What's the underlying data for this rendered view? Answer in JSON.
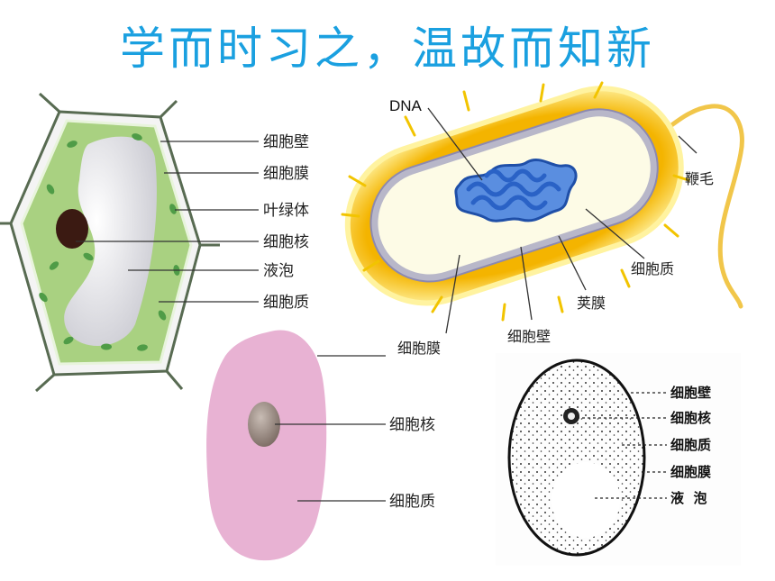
{
  "title": "学而时习之，温故而知新",
  "colors": {
    "title": "#1aa0e0",
    "plant_wall": "#5f7f55",
    "plant_cytoplasm": "#a6cf80",
    "chloroplast": "#4e9a45",
    "vacuole": "#e6e6ea",
    "nucleus_dark": "#3a1a10",
    "capsule": "#f6c318",
    "bacteria_inner": "#fdfbe8",
    "dna": "#2a64c8",
    "animal_cell": "#e8b2d2",
    "animal_nucleus": "#9c8d86"
  },
  "plant_cell": {
    "labels": [
      "细胞壁",
      "细胞膜",
      "叶绿体",
      "细胞核",
      "液泡",
      "细胞质"
    ]
  },
  "bacterium": {
    "dna": "DNA",
    "flagellum": "鞭毛",
    "cytoplasm": "细胞质",
    "capsule": "荚膜",
    "cell_wall": "细胞壁",
    "cell_membrane": "细胞膜"
  },
  "animal_cell": {
    "labels": [
      "细胞核",
      "细胞质"
    ]
  },
  "yeast_cell": {
    "labels": [
      "细胞壁",
      "细胞核",
      "细胞质",
      "细胞膜",
      "液  泡"
    ]
  }
}
